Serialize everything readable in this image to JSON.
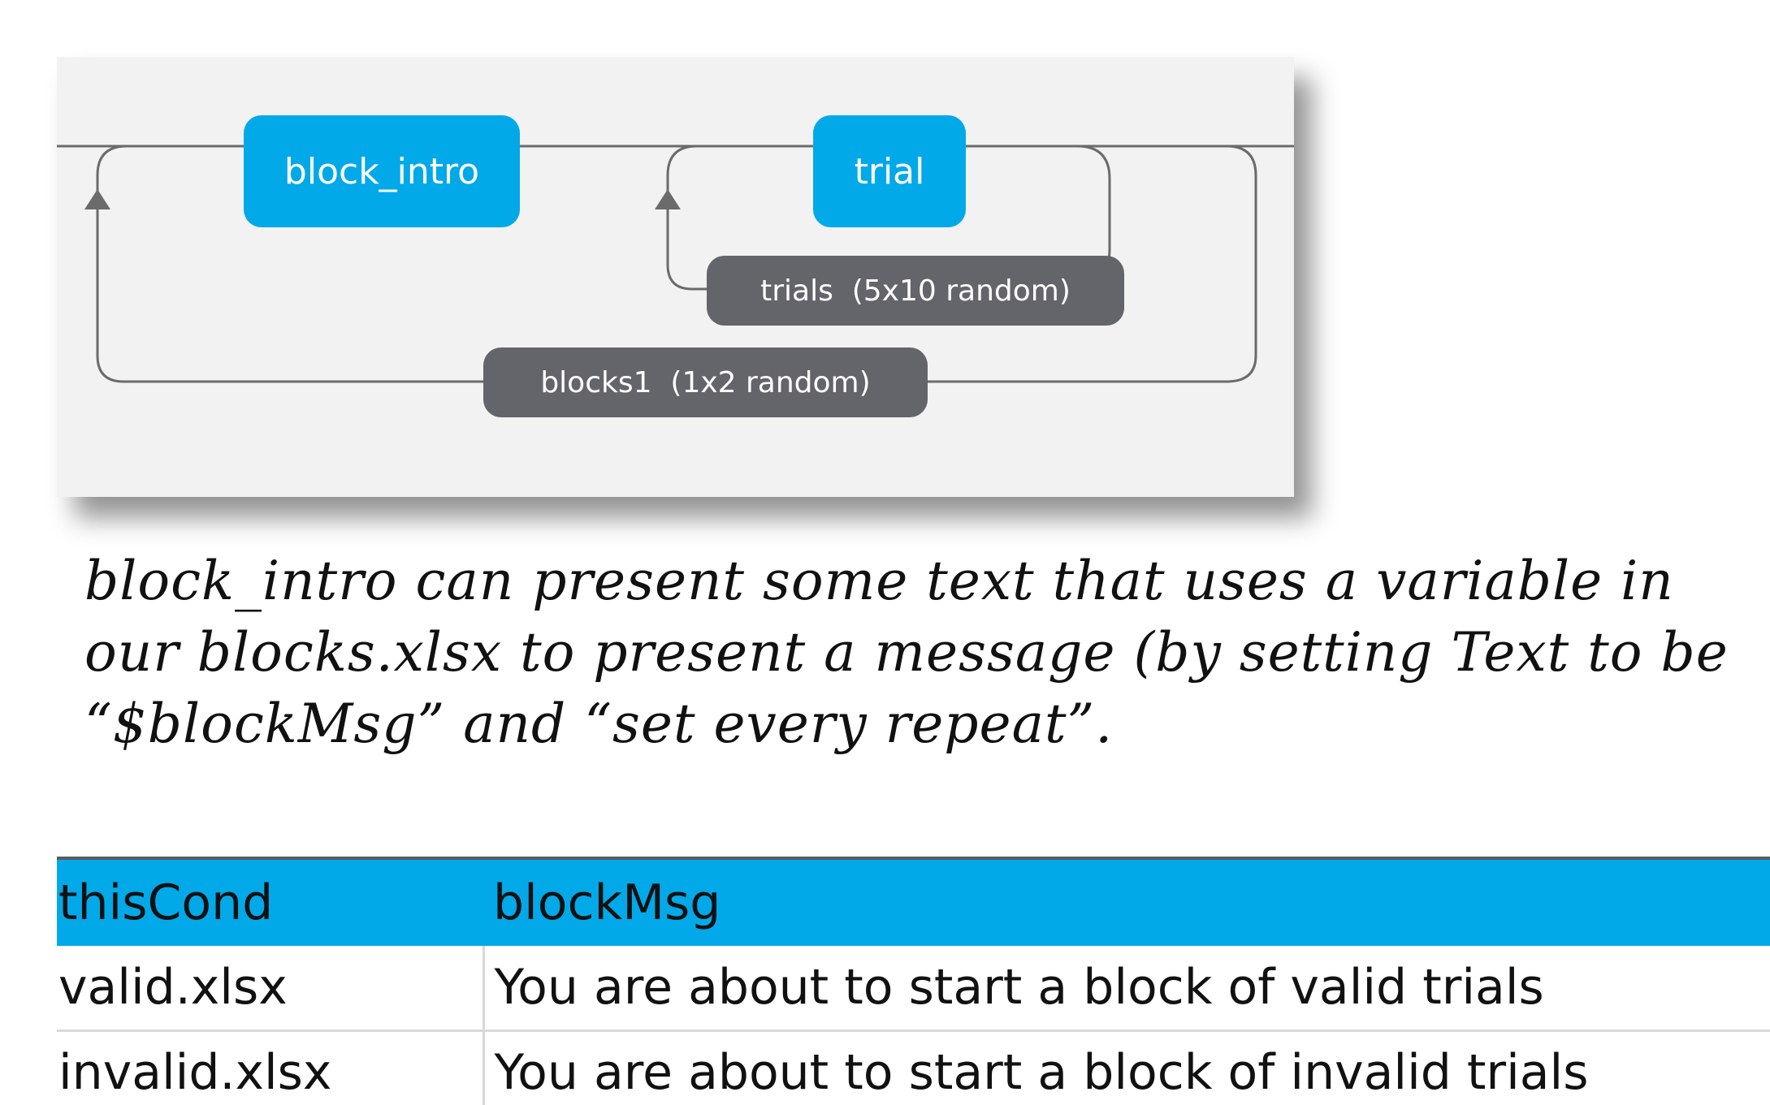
{
  "flow": {
    "routines": {
      "block_intro": "block_intro",
      "trial": "trial"
    },
    "loops": {
      "trials": "trials  (5x10 random)",
      "blocks1": "blocks1  (1x2 random)"
    },
    "colors": {
      "panel_background": "#f2f2f2",
      "routine": "#02a9e9",
      "loop_label": "#64646b",
      "line": "#6b6b6b"
    }
  },
  "caption": {
    "text": "block_intro can present some text that uses a variable in our blocks.xlsx to present a message (by setting Text to be “$blockMsg”  and “set every repeat”."
  },
  "sheet": {
    "header_color": "#02a9e9",
    "headers": [
      "thisCond",
      "blockMsg"
    ],
    "rows": [
      [
        "valid.xlsx",
        "You are about to start a block of valid trials"
      ],
      [
        "invalid.xlsx",
        "You are about to start a block of invalid trials"
      ]
    ]
  }
}
